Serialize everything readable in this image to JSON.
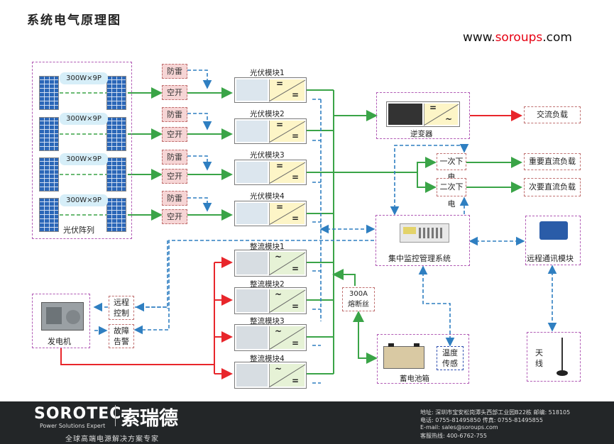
{
  "title": "系统电气原理图",
  "website": {
    "prefix": "www.",
    "brand": "soroups",
    "suffix": ".com"
  },
  "pv_array": {
    "label": "光伏阵列",
    "strings": [
      "300W×9P",
      "300W×9P",
      "300W×9P",
      "300W×9P"
    ]
  },
  "protect": [
    {
      "spd": "防雷",
      "breaker": "空开"
    },
    {
      "spd": "防雷",
      "breaker": "空开"
    },
    {
      "spd": "防雷",
      "breaker": "空开"
    },
    {
      "spd": "防雷",
      "breaker": "空开"
    }
  ],
  "pv_modules": [
    "光伏模块1",
    "光伏模块2",
    "光伏模块3",
    "光伏模块4"
  ],
  "rect_modules": [
    "整流模块1",
    "整流模块2",
    "整流模块3",
    "整流模块4"
  ],
  "inverter": {
    "label": "逆变器"
  },
  "ac_load": "交流负载",
  "first_off": "一次下电",
  "second_off": "二次下电",
  "important_dc": "重要直流负载",
  "secondary_dc": "次要直流负载",
  "monitor": "集中监控管理系统",
  "remote_comm": "远程通讯模块",
  "fuse": {
    "line1": "300A",
    "line2": "熔断丝"
  },
  "battery": "蓄电池箱",
  "temp_sensor": {
    "line1": "温度",
    "line2": "传感"
  },
  "antenna": {
    "line1": "天",
    "line2": "线"
  },
  "generator": "发电机",
  "remote_ctrl": {
    "line1": "远程",
    "line2": "控制"
  },
  "fault_alarm": {
    "line1": "故障",
    "line2": "告警"
  },
  "symbols": {
    "dc": "=",
    "ac": "~"
  },
  "colors": {
    "ac_line": "#e8262b",
    "dc_line": "#3aa447",
    "signal_line": "#2f7fc1"
  },
  "footer": {
    "logo_en": "SOROTEC",
    "logo_cn": "索瑞德",
    "logo_sub": "Power Solutions Expert",
    "slogan": "全球高端电源解决方案专家",
    "address": "地址: 深圳市宝安松岗潭头西部工业园B22栋  邮编: 518105",
    "phone": "电话: 0755-81495850   传真: 0755-81495855",
    "email": "E-mail: sales@soroups.com",
    "hotline": "客服热线: 400-6762-755"
  }
}
